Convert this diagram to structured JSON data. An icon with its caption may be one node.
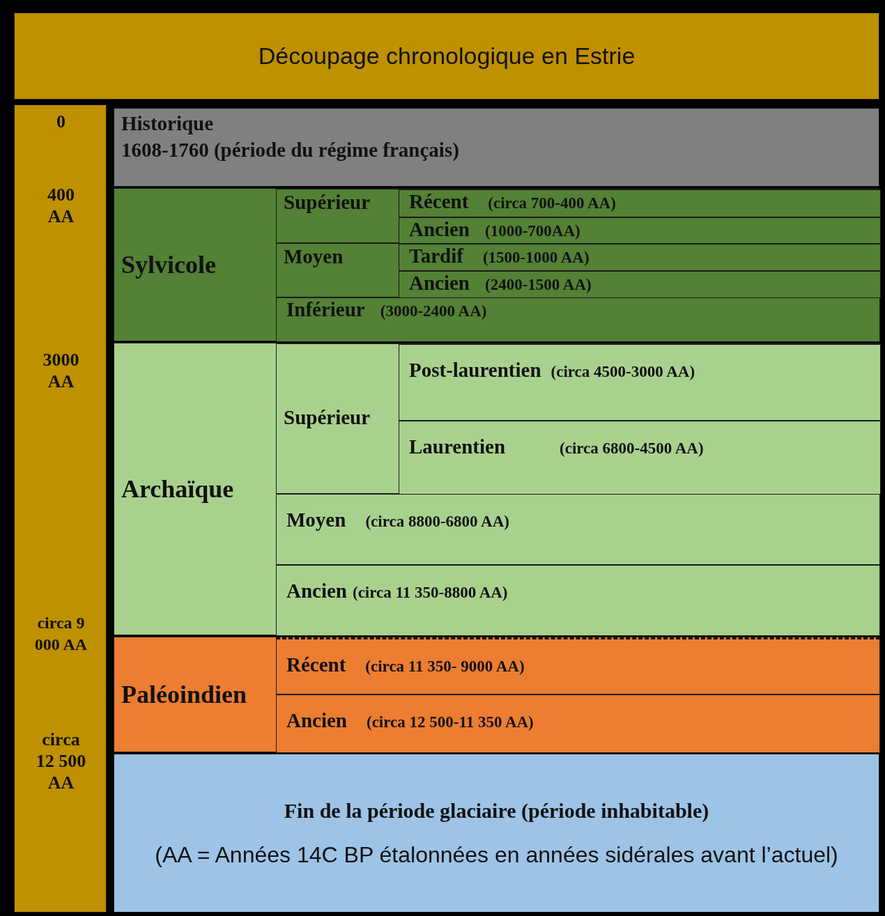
{
  "diagram": {
    "title": "Découpage chronologique en Estrie",
    "nodes": [
      {
        "text": [
          "0",
          "400 AA",
          "3000 AA",
          "circa 9 000 AA",
          "circa 12 500 AA"
        ]
      },
      {
        "text": [
          "Historique",
          "1608-1760 (période du régime français)"
        ]
      },
      {
        "text": [
          "Sylvicole"
        ]
      },
      {
        "text": [
          "Supérieur"
        ],
        "in": 2
      },
      {
        "text": [
          "Récent",
          "(circa 700-400 AA)"
        ],
        "in": 3
      },
      {
        "text": [
          "Ancien",
          "(1000-700AA)"
        ],
        "in": 3
      },
      {
        "text": [
          "Moyen"
        ],
        "in": 2
      },
      {
        "text": [
          "Tardif",
          "(1500-1000 AA)"
        ],
        "in": 6
      },
      {
        "text": [
          "Ancien",
          "(2400-1500 AA)"
        ],
        "in": 6
      },
      {
        "text": [
          "Inférieur",
          "(3000-2400 AA)"
        ],
        "in": 2
      },
      {
        "text": [
          "Archaïque"
        ]
      },
      {
        "text": [
          "Supérieur"
        ],
        "in": 10
      },
      {
        "text": [
          "Post-laurentien",
          "(circa 4500-3000 AA)"
        ],
        "in": 11
      },
      {
        "text": [
          "Laurentien",
          "(circa 6800-4500 AA)"
        ],
        "in": 11
      },
      {
        "text": [
          "Moyen",
          "(circa 8800-6800 AA)"
        ],
        "in": 10
      },
      {
        "text": [
          "Ancien",
          "(circa 11 350-8800 AA)"
        ],
        "in": 10
      },
      {
        "text": [
          "Paléoindien"
        ]
      },
      {
        "text": [
          "Récent",
          "(circa 11 350- 9000 AA)"
        ],
        "in": 16
      },
      {
        "text": [
          "Ancien",
          "(circa 12 500-11 350 AA)"
        ],
        "in": 16
      },
      {
        "text": [
          "Fin de la période glaciaire (période inhabitable)",
          "(AA = Années 14C BP étalonnées en années sidérales avant l’actuel)"
        ]
      }
    ],
    "edges": []
  }
}
